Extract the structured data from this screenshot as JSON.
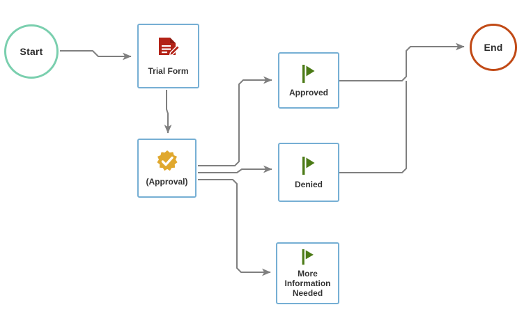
{
  "diagram": {
    "type": "workflow-flowchart",
    "background_color": "#ffffff",
    "connector_color": "#7f7f7f"
  },
  "nodes": {
    "start": {
      "label": "Start",
      "shape": "circle",
      "border_color": "#7ACFAE"
    },
    "trial_form": {
      "label": "Trial Form",
      "shape": "rounded-rect",
      "border_color": "#76AFD4",
      "icon": "document-edit-icon",
      "icon_color": "#B32317"
    },
    "approval": {
      "label": "(Approval)",
      "shape": "rounded-rect",
      "border_color": "#76AFD4",
      "icon": "approval-badge-check-icon",
      "icon_color": "#E0A82E"
    },
    "approved": {
      "label": "Approved",
      "shape": "rounded-rect",
      "border_color": "#76AFD4",
      "icon": "green-flag-icon",
      "icon_color": "#4B7A16"
    },
    "denied": {
      "label": "Denied",
      "shape": "rounded-rect",
      "border_color": "#76AFD4",
      "icon": "green-flag-icon",
      "icon_color": "#4B7A16"
    },
    "more_info": {
      "label": "More\nInformation\nNeeded",
      "label_lines": [
        "More",
        "Information",
        "Needed"
      ],
      "shape": "rounded-rect",
      "border_color": "#76AFD4",
      "icon": "green-flag-icon",
      "icon_color": "#4B7A16"
    },
    "end": {
      "label": "End",
      "shape": "circle",
      "border_color": "#C14A16"
    }
  },
  "edges": [
    {
      "name": "start-to-trial-form",
      "from": "start",
      "to": "trial_form",
      "arrow": true
    },
    {
      "name": "trial-form-to-approval",
      "from": "trial_form",
      "to": "approval",
      "arrow": true
    },
    {
      "name": "approval-to-approved",
      "from": "approval",
      "to": "approved",
      "arrow": true
    },
    {
      "name": "approval-to-denied",
      "from": "approval",
      "to": "denied",
      "arrow": true
    },
    {
      "name": "approval-to-more-info",
      "from": "approval",
      "to": "more_info",
      "arrow": true
    },
    {
      "name": "approved-to-end",
      "from": "approved",
      "to": "end",
      "arrow": true
    },
    {
      "name": "denied-to-end",
      "from": "denied",
      "to": "end",
      "arrow": true
    }
  ]
}
